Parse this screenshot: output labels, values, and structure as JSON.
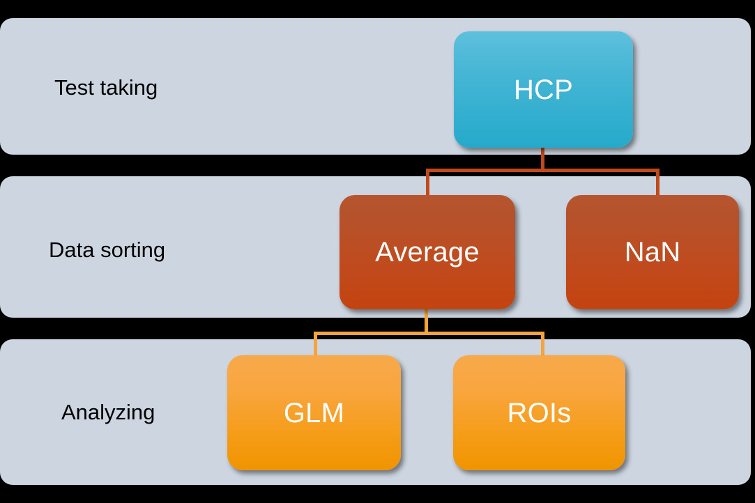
{
  "diagram": {
    "title": "Test taking / Data sorting / Analyzing pipeline",
    "background_color": "#000000",
    "band_color": "#ccd5e0",
    "stages": [
      {
        "id": "test-taking",
        "label": "Test taking"
      },
      {
        "id": "data-sorting",
        "label": "Data sorting"
      },
      {
        "id": "analyzing",
        "label": "Analyzing"
      }
    ],
    "nodes": [
      {
        "id": "hcp",
        "label": "HCP",
        "stage": "test-taking",
        "color": "#2dacca"
      },
      {
        "id": "average",
        "label": "Average",
        "stage": "data-sorting",
        "color": "#bf4c20"
      },
      {
        "id": "nan",
        "label": "NaN",
        "stage": "data-sorting",
        "color": "#bf4c20"
      },
      {
        "id": "glm",
        "label": "GLM",
        "stage": "analyzing",
        "color": "#f59c17"
      },
      {
        "id": "rois",
        "label": "ROIs",
        "stage": "analyzing",
        "color": "#f59c17"
      }
    ],
    "connectors": [
      {
        "id": "hcp-average",
        "from": "hcp",
        "to": "average",
        "color": "#c04a1c"
      },
      {
        "id": "hcp-nan",
        "from": "hcp",
        "to": "nan",
        "color": "#c04a1c"
      },
      {
        "id": "average-glm",
        "from": "average",
        "to": "glm",
        "color": "#f5a33c"
      },
      {
        "id": "average-rois",
        "from": "average",
        "to": "rois",
        "color": "#f5a33c"
      }
    ]
  }
}
